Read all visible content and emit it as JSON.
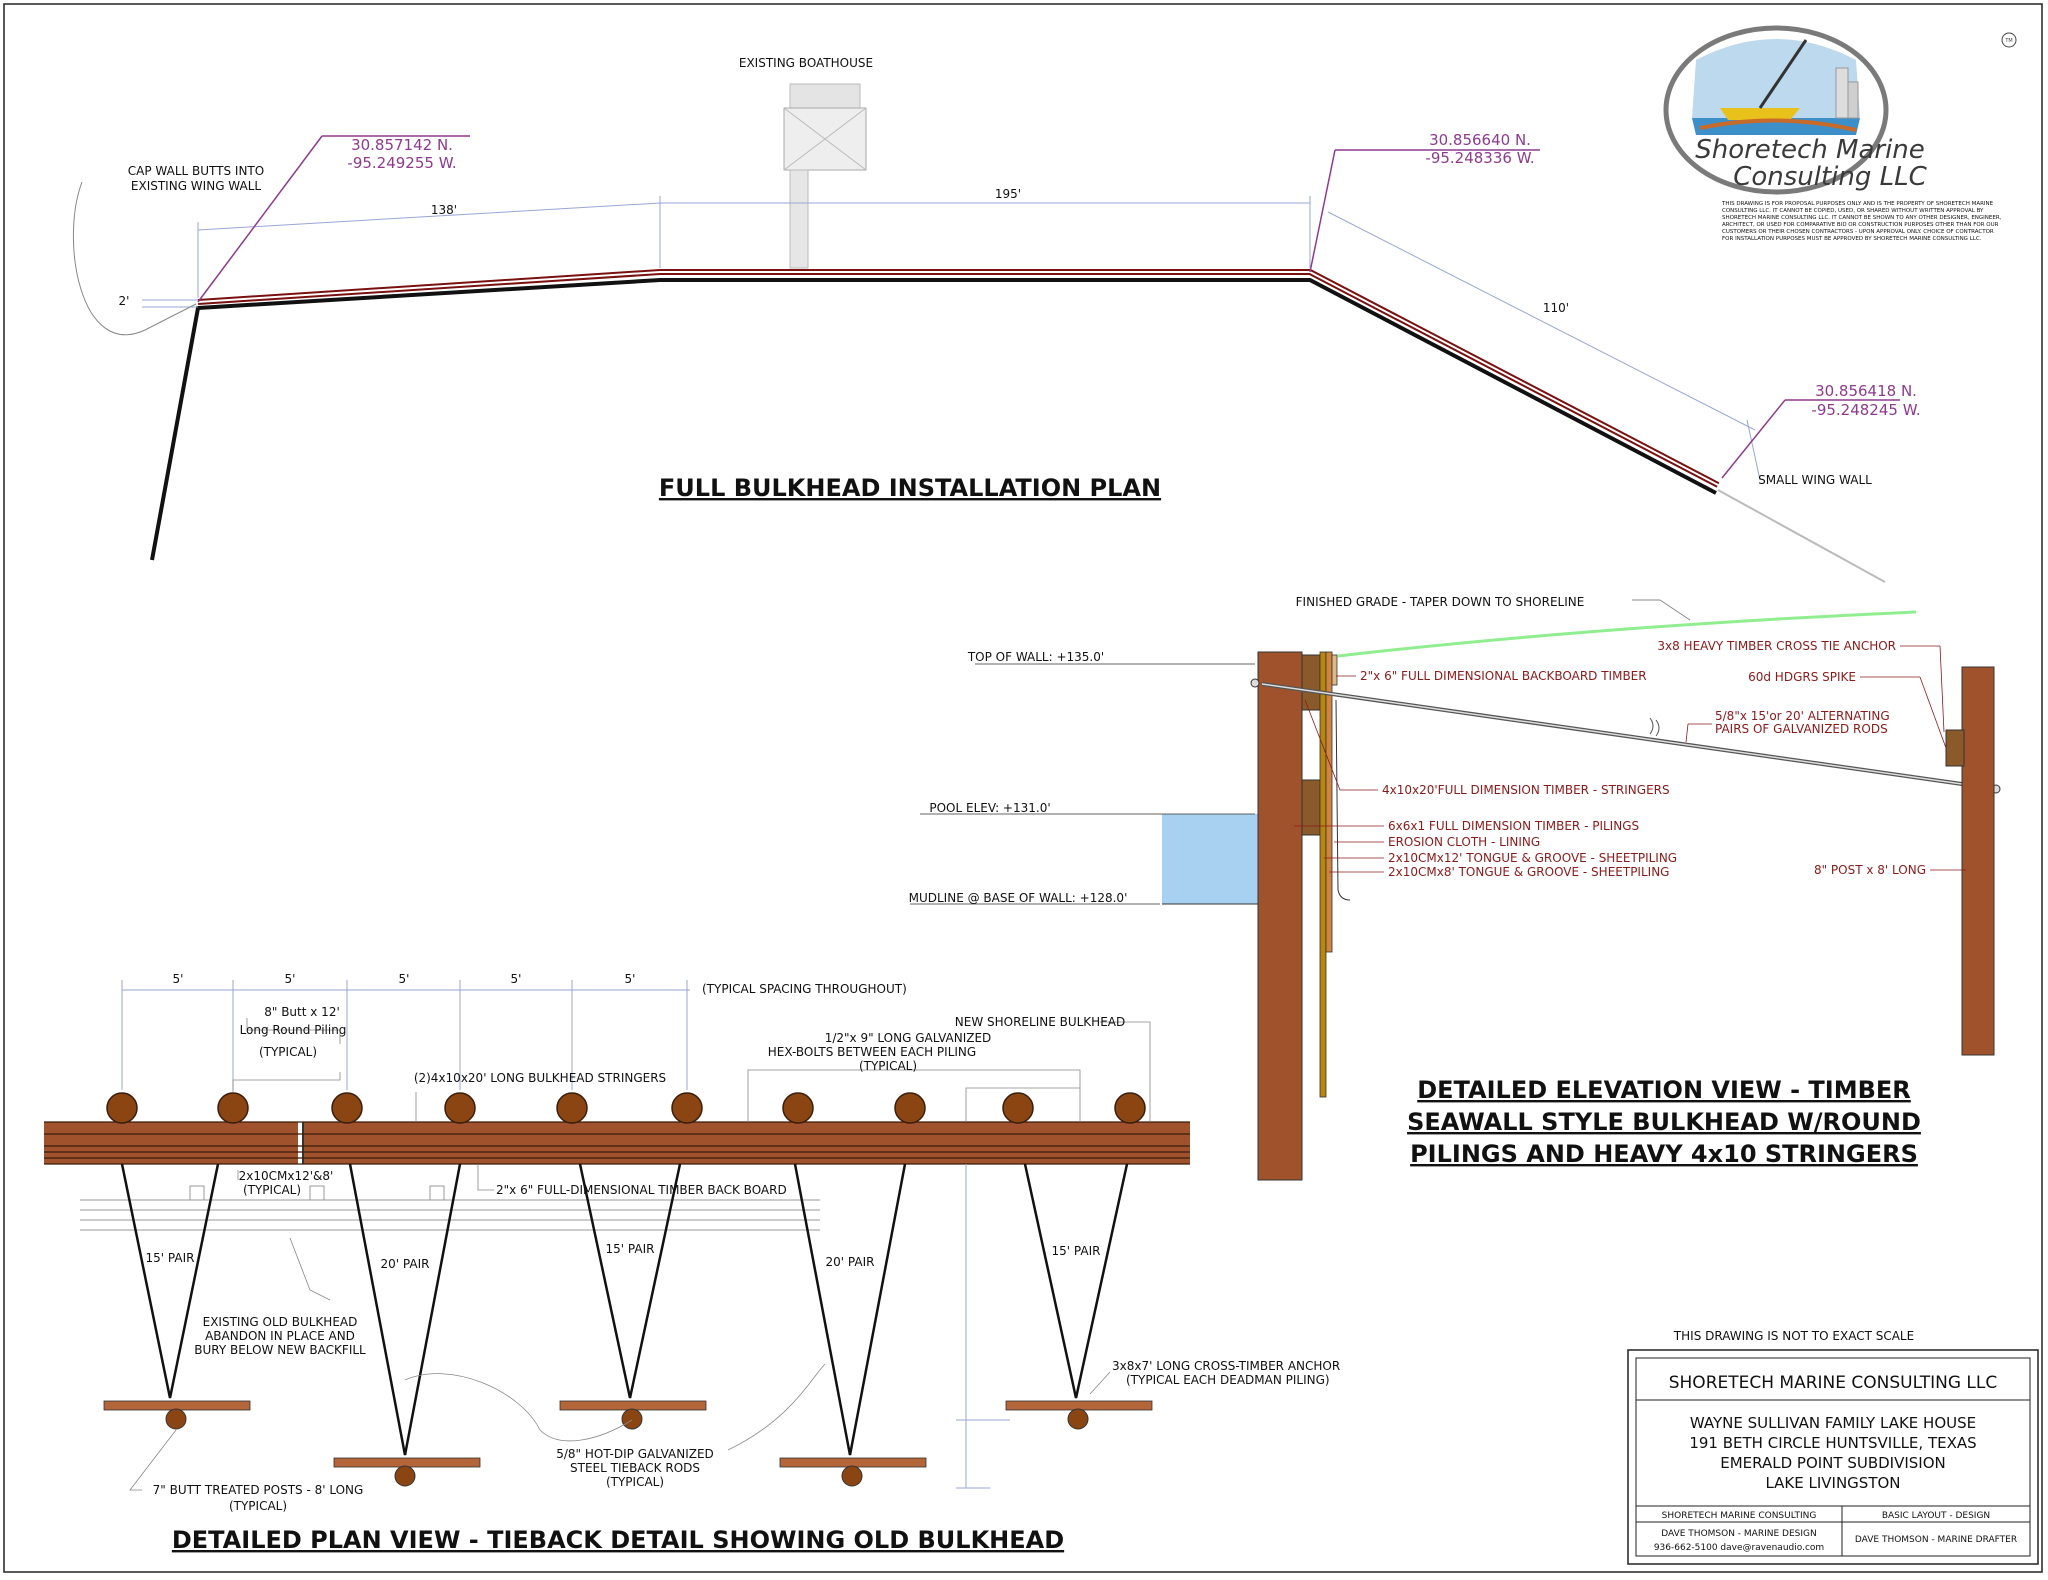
{
  "plan": {
    "title": "FULL BULKHEAD INSTALLATION PLAN",
    "boathouse_label": "EXISTING BOATHOUSE",
    "cap_wall_note": [
      "CAP WALL BUTTS INTO",
      "EXISTING WING WALL"
    ],
    "small_wing_wall": "SMALL WING WALL",
    "dims": {
      "d138": "138'",
      "d195": "195'",
      "d110": "110'",
      "d2": "2'"
    },
    "coord1": {
      "n": "30.857142 N.",
      "w": "-95.249255 W."
    },
    "coord2": {
      "n": "30.856640 N.",
      "w": "-95.248336 W."
    },
    "coord3": {
      "n": "30.856418 N.",
      "w": "-95.248245 W."
    }
  },
  "logo": {
    "line1": "Shoretech Marine",
    "line2": "Consulting LLC",
    "tm": "TM",
    "disclaimer": [
      "THIS DRAWING IS FOR PROPOSAL PURPOSES ONLY AND IS THE PROPERTY OF SHORETECH MARINE",
      "CONSULTING LLC. IT CANNOT BE COPIED, USED, OR SHARED WITHOUT WRITTEN APPROVAL BY",
      "SHORETECH MARINE CONSULTING LLC. IT CANNOT BE SHOWN TO ANY OTHER DESIGNER, ENGINEER,",
      "ARCHITECT, OR USED FOR COMPARATIVE BID OR CONSTRUCTION PURPOSES OTHER THAN FOR OUR",
      "CUSTOMERS OR THEIR CHOSEN CONTRACTORS - UPON APPROVAL ONLY. CHOICE OF CONTRACTOR",
      "FOR INSTALLATION PURPOSES MUST BE APPROVED BY SHORETECH MARINE CONSULTING LLC."
    ]
  },
  "elevation": {
    "finished_grade": "FINISHED GRADE - TAPER DOWN TO SHORELINE",
    "top_of_wall": "TOP OF WALL: +135.0'",
    "pool_elev": "POOL ELEV: +131.0'",
    "mudline": "MUDLINE @ BASE OF WALL: +128.0'",
    "backboard": "2\"x 6\" FULL DIMENSIONAL BACKBOARD TIMBER",
    "cross_tie": "3x8 HEAVY TIMBER CROSS TIE ANCHOR",
    "spike": "60d HDGRS SPIKE",
    "rods": [
      "5/8\"x 15'or 20' ALTERNATING",
      "PAIRS OF GALVANIZED RODS"
    ],
    "stringers": "4x10x20'FULL DIMENSION TIMBER - STRINGERS",
    "pilings": "6x6x1    FULL DIMENSION TIMBER - PILINGS",
    "erosion": "EROSION CLOTH - LINING",
    "sheet12": "2x10CMx12' TONGUE & GROOVE - SHEETPILING",
    "sheet8": "2x10CMx8' TONGUE & GROOVE - SHEETPILING",
    "post": "8\" POST x 8' LONG",
    "title": [
      "DETAILED ELEVATION VIEW - TIMBER",
      "SEAWALL STYLE BULKHEAD W/ROUND",
      "PILINGS AND HEAVY 4x10 STRINGERS"
    ]
  },
  "detail": {
    "title": "DETAILED PLAN VIEW - TIEBACK DETAIL SHOWING OLD BULKHEAD",
    "spacing": [
      "5'",
      "5'",
      "5'",
      "5'",
      "5'"
    ],
    "typical_spacing": "(TYPICAL SPACING THROUGHOUT)",
    "piling": [
      "8\" Butt x 12'",
      "Long Round Piling",
      "(TYPICAL)"
    ],
    "stringers": "(2)4x10x20' LONG BULKHEAD STRINGERS",
    "hexbolts": [
      "1/2\"x 9\" LONG GALVANIZED",
      "HEX-BOLTS BETWEEN EACH PILING",
      "(TYPICAL)"
    ],
    "new_shoreline": "NEW SHORELINE BULKHEAD",
    "sheetpile": [
      "2x10CMx12'&8'",
      "(TYPICAL)"
    ],
    "backboard": "2\"x 6\" FULL-DIMENSIONAL TIMBER BACK BOARD",
    "pairs": [
      "15' PAIR",
      "20' PAIR",
      "15' PAIR",
      "20' PAIR",
      "15' PAIR"
    ],
    "old_bulkhead": [
      "EXISTING OLD BULKHEAD",
      "ABANDON IN PLACE AND",
      "BURY BELOW NEW BACKFILL"
    ],
    "anchor": [
      "3x8x7' LONG CROSS-TIMBER ANCHOR",
      "(TYPICAL EACH DEADMAN PILING)"
    ],
    "tieback_rods": [
      "5/8\" HOT-DIP GALVANIZED",
      "STEEL TIEBACK RODS",
      "(TYPICAL)"
    ],
    "posts": [
      "7\" BUTT TREATED POSTS - 8' LONG",
      "(TYPICAL)"
    ]
  },
  "titleblock": {
    "not_to_scale": "THIS DRAWING IS NOT TO EXACT SCALE",
    "company": "SHORETECH MARINE CONSULTING LLC",
    "project": "WAYNE SULLIVAN FAMILY LAKE HOUSE",
    "address": "191 BETH CIRCLE HUNTSVILLE, TEXAS",
    "subdivision": "EMERALD POINT SUBDIVISION",
    "lake": "LAKE LIVINGSTON",
    "cell_company": "SHORETECH MARINE CONSULTING",
    "cell_layout": "BASIC LAYOUT - DESIGN",
    "designer": "DAVE THOMSON - MARINE DESIGN",
    "contact": "936-662-5100  dave@ravenaudio.com",
    "drafter": "DAVE THOMSON - MARINE DRAFTER"
  },
  "colors": {
    "wall_red": "#7a1010",
    "wood": "#a0522d",
    "water": "#a8d0f0",
    "coord_purple": "#8e3a8e",
    "dim_blue": "#9aa6d6",
    "label_red": "#8b1a1a",
    "grade_green": "#90ee90"
  }
}
